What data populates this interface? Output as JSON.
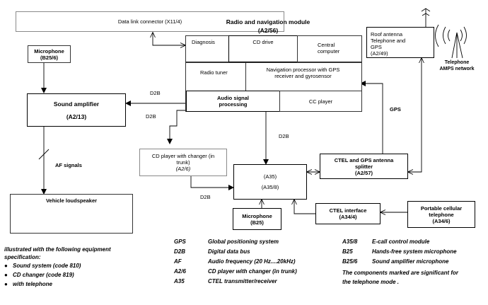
{
  "boxes": {
    "data_link": "Data link connector (X11/4)",
    "radio_title": "Radio and navigation module",
    "radio_code": "(A2/56)",
    "diagnosis": "Diagnosis",
    "cd_drive": "CD drive",
    "central_computer": "Central computer",
    "radio_tuner": "Radio tuner",
    "nav_processor": "Navigation processor with GPS receiver and gyrosensor",
    "audio_signal": "Audio signal processing",
    "cc_player": "CC player",
    "roof_antenna": "Roof antenna Telephone and GPS",
    "roof_antenna_code": "(A2/49)",
    "telephone_network": "Telephone AMPS network",
    "microphone_amp": "Microphone",
    "microphone_amp_code": "(B25/6)",
    "sound_amp": "Sound amplifier",
    "sound_amp_code": "(A2/13)",
    "cd_changer": "CD player with changer (in trunk)",
    "cd_changer_code": "(A2/6)",
    "a35": "(A35)",
    "a35_8": "(A35/8)",
    "ctel_splitter": "CTEL and GPS antenna splitter",
    "ctel_splitter_code": "(A2/57)",
    "vehicle_speaker": "Vehicle loudspeaker",
    "microphone_b25": "Microphone",
    "microphone_b25_code": "(B25)",
    "ctel_interface": "CTEL interface",
    "ctel_interface_code": "(A34/4)",
    "portable_phone": "Portable cellular telephone",
    "portable_phone_code": "(A34/6)"
  },
  "signals": {
    "d2b_1": "D2B",
    "d2b_2": "D2B",
    "d2b_3": "D2B",
    "d2b_4": "D2B",
    "gps": "GPS",
    "af_signals": "AF signals"
  },
  "legend_left": [
    {
      "abbr": "GPS",
      "desc": "Global positioning system"
    },
    {
      "abbr": "D2B",
      "desc": "Digital data bus"
    },
    {
      "abbr": "AF",
      "desc": "Audio frequency (20 Hz....20kHz)"
    },
    {
      "abbr": "A2/6",
      "desc": "CD player with changer (in trunk)"
    },
    {
      "abbr": "A35",
      "desc": "CTEL transmitter/receiver"
    }
  ],
  "legend_right": [
    {
      "abbr": "A35/8",
      "desc": "E-call control module"
    },
    {
      "abbr": "B25",
      "desc": "Hands-free system microphone"
    },
    {
      "abbr": "B25/6",
      "desc": "Sound amplifier microphone"
    }
  ],
  "legend_note_1": "The components marked are significant for",
  "legend_note_2": "the telephone mode   .",
  "equipment": {
    "intro_1": "illustrated with the following equipment",
    "intro_2": "specification:",
    "items": [
      "Sound system  (code 810)",
      "CD changer  (code 819)",
      "with telephone"
    ]
  }
}
